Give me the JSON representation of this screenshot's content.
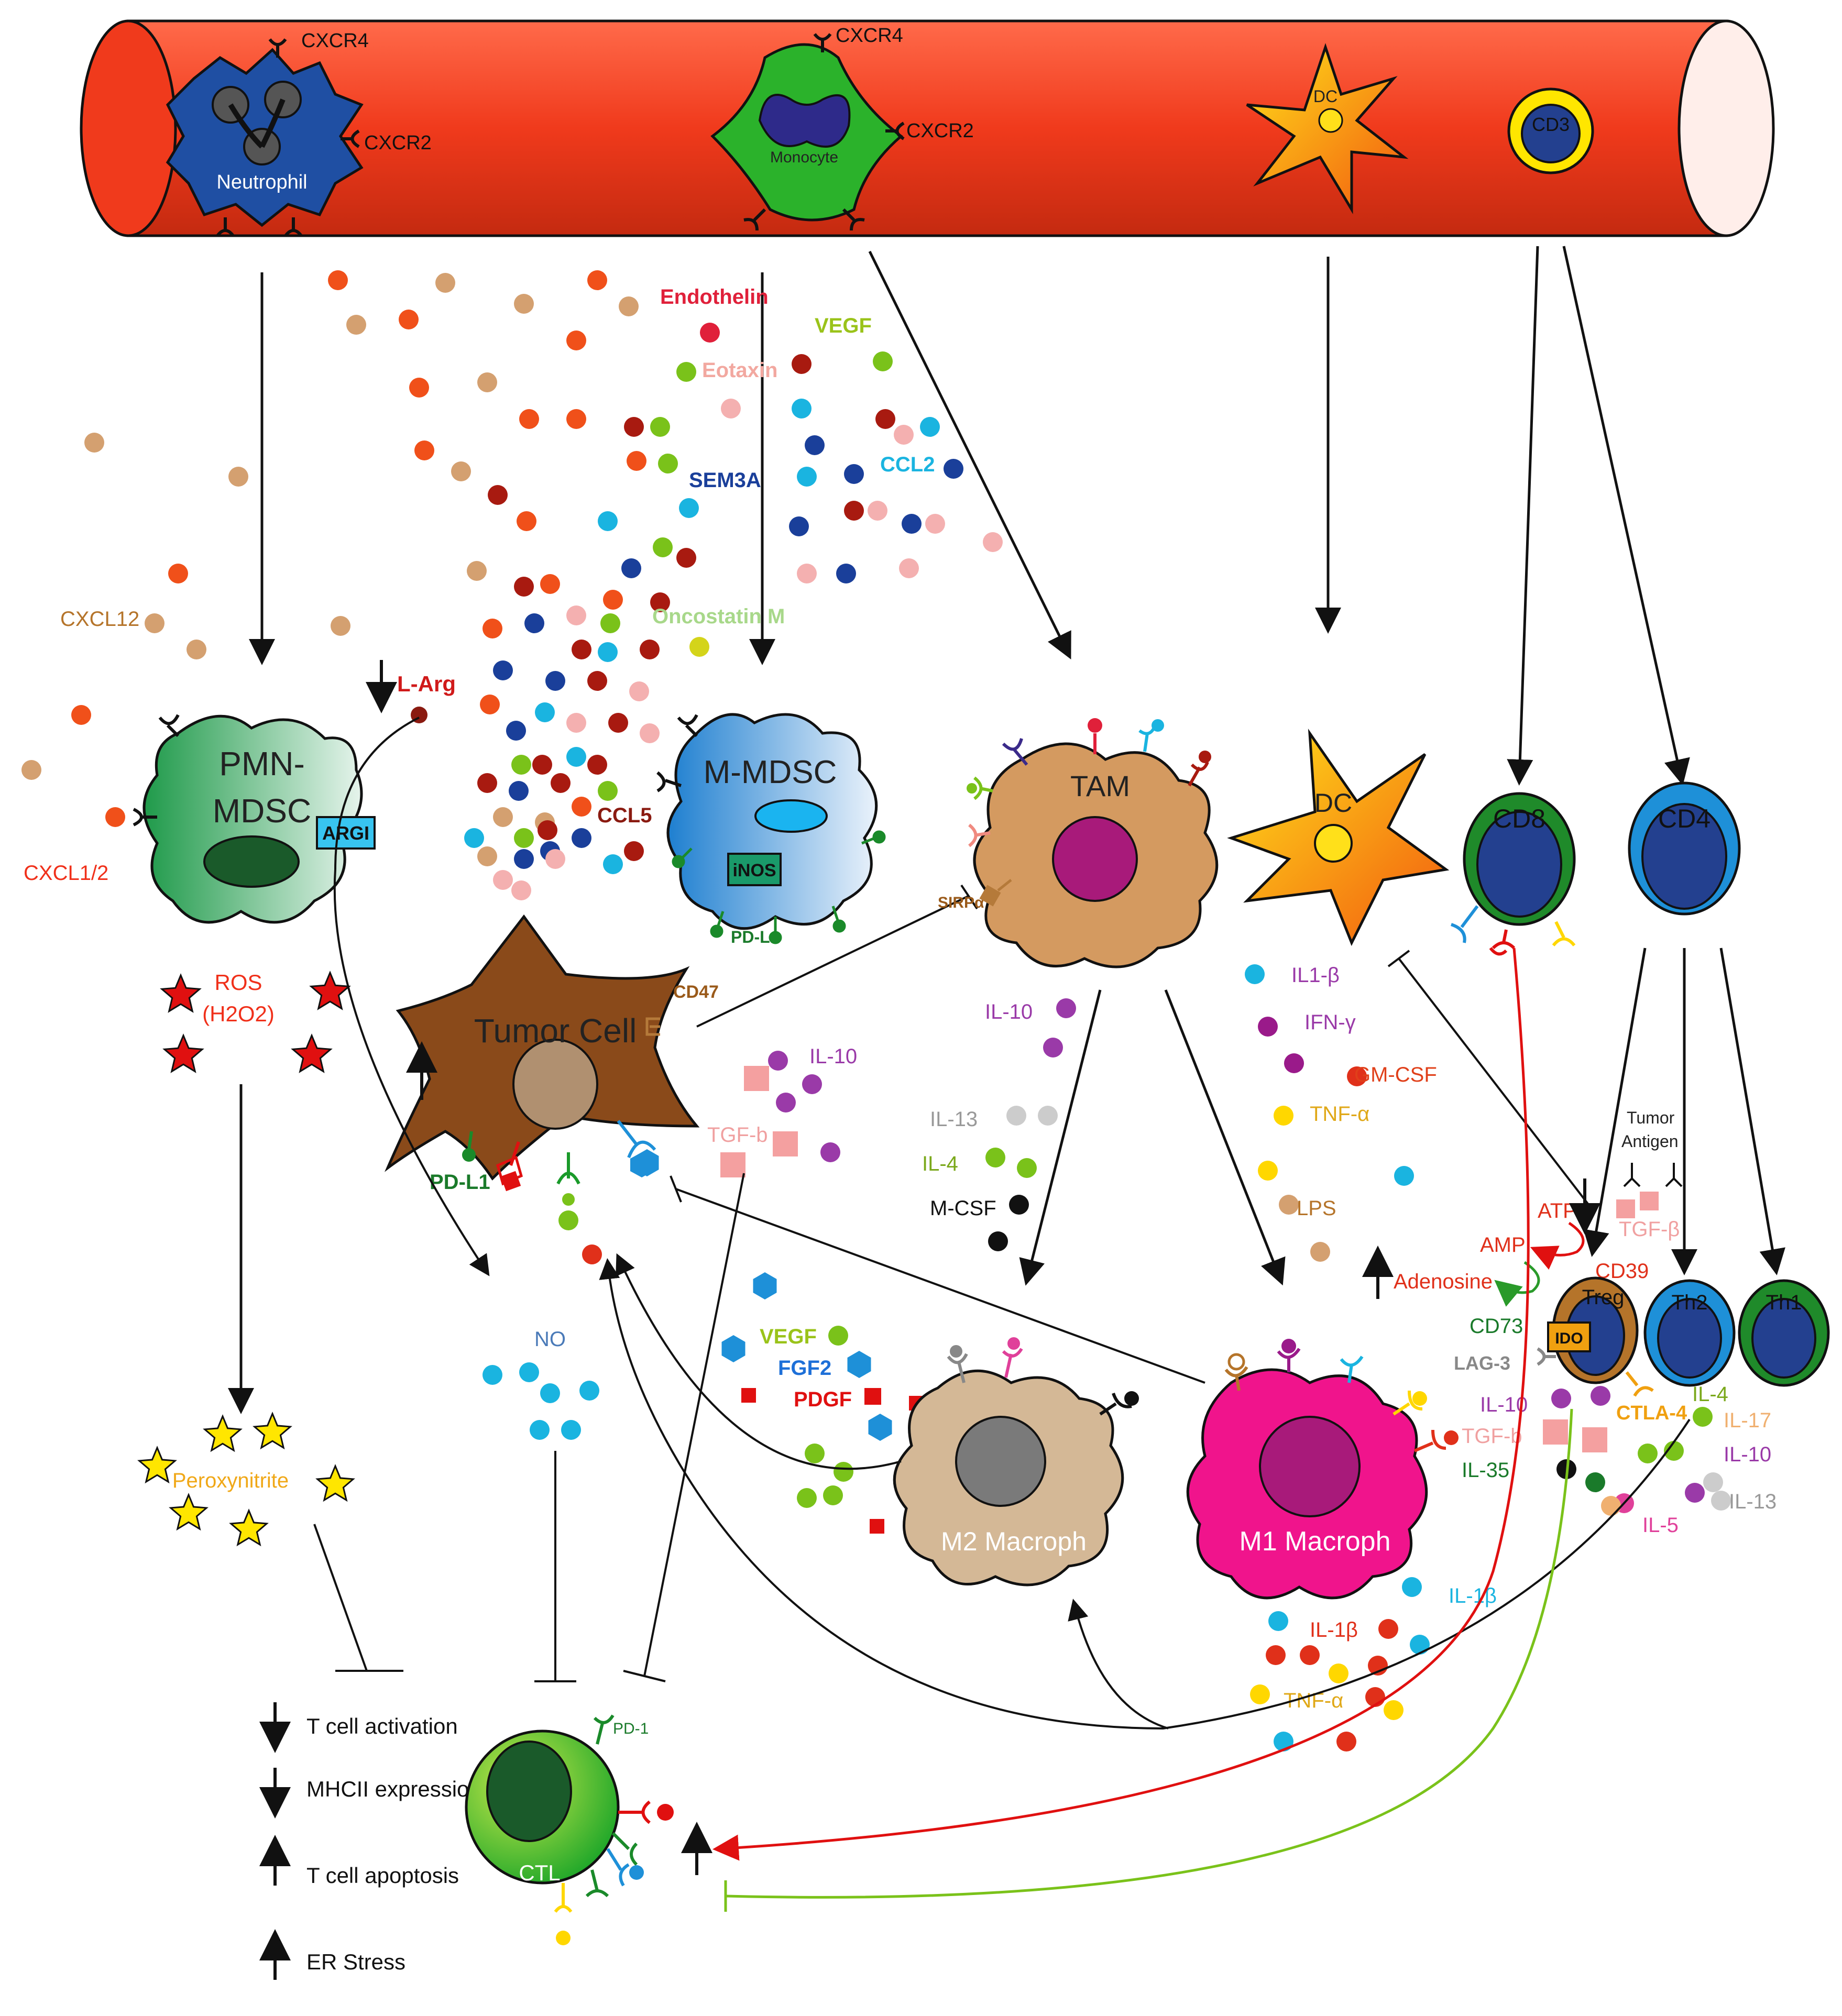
{
  "labels": {
    "cxcr4_a": "CXCR4",
    "cxcr2_a": "CXCR2",
    "neutrophil": "Neutrophil",
    "cxcr4_b": "CXCR4",
    "cxcr2_b": "CXCR2",
    "monocyte": "Monocyte",
    "dc_vessel": "DC",
    "cd3": "CD3",
    "endothelin": "Endothelin",
    "vegf_top": "VEGF",
    "eotaxin": "Eotaxin",
    "sem3a": "SEM3A",
    "ccl2": "CCL2",
    "oncostatin": "Oncostatin M",
    "cxcl12": "CXCL12",
    "l_arg": "L-Arg",
    "pmn_line1": "PMN-",
    "pmn_line2": "MDSC",
    "argi": "ARGI",
    "cxcl12_b": "CXCL1/2",
    "mmdsc": "M-MDSC",
    "inos": "iNOS",
    "pdl1_mdsc": "PD-L1",
    "ccl5": "CCL5",
    "tam": "TAM",
    "sirpa": "SIRPα",
    "dc_tissue": "DC",
    "cd8": "CD8",
    "cd4": "CD4",
    "ros": "ROS",
    "h2o2": "(H2O2)",
    "tumor": "Tumor Cell",
    "cd47": "CD47",
    "il10_tumor": "IL-10",
    "tgfb_tumor": "TGF-b",
    "pdl1_tumor": "PD-L1",
    "il10_tam": "IL-10",
    "il13_tam": "IL-13",
    "il4_tam": "IL-4",
    "mcsf": "M-CSF",
    "il1b_dc": "IL1-β",
    "ifng": "IFN-γ",
    "gmcsf": "GM-CSF",
    "tnfa_dc": "TNF-α",
    "lps": "LPS",
    "tumor_antigen_1": "Tumor",
    "tumor_antigen_2": "Antigen",
    "atp": "ATP",
    "tgfb_treg": "TGF-β",
    "amp": "AMP",
    "cd39": "CD39",
    "adenosine": "Adenosine",
    "cd73": "CD73",
    "treg": "Treg",
    "ido": "IDO",
    "th2": "Th2",
    "th1": "Th1",
    "lag3": "LAG-3",
    "il10_treg": "IL-10",
    "tgfb_treg2": "TGF-b",
    "il35": "IL-35",
    "ctla4": "CTLA-4",
    "il4_th2": "IL-4",
    "il17": "IL-17",
    "il10_th2": "IL-10",
    "il13_th2": "IL-13",
    "il5": "IL-5",
    "no": "NO",
    "vegf_m2": "VEGF",
    "fgf2": "FGF2",
    "pdgf": "PDGF",
    "m2": "M2 Macroph",
    "m1": "M1 Macroph",
    "il1b_m1": "IL-1β",
    "il1b_m1b": "IL-1β",
    "tnfa_m1": "TNF-α",
    "peroxynitrite": "Peroxynitrite",
    "t_act": "T cell activation",
    "mhcii": "MHCII expression",
    "t_apop": "T cell apoptosis",
    "er": "ER Stress",
    "ctl": "CTL",
    "pd1": "PD-1"
  },
  "colors": {
    "vessel": "#f03a1c",
    "neutrophil": "#1f4fa3",
    "monocyte": "#2bb22b",
    "tam": "#d49a60",
    "tumor": "#8a4a1a",
    "m1": "#f0148c",
    "m2": "#d4b896",
    "cd8_ring": "#1f8a2a",
    "cd4_ring": "#1e90d8",
    "nucleus": "#23408f"
  }
}
